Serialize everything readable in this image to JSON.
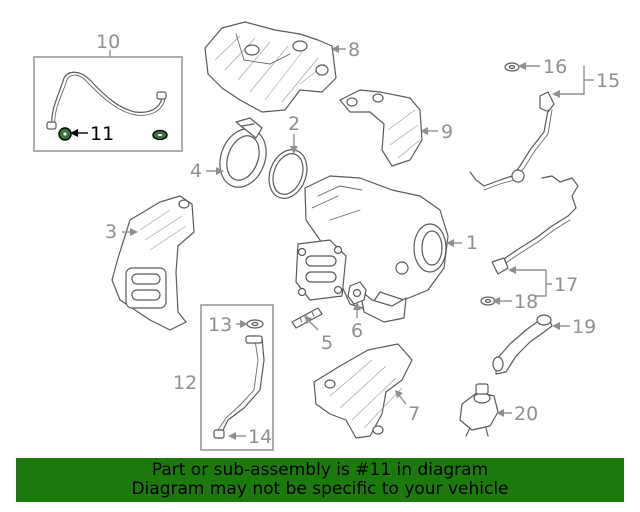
{
  "colors": {
    "banner_bg": "#1c7a0c",
    "callout": "#8f8f8f",
    "highlight_part": "#2f7d2f",
    "highlight_label": "#000000"
  },
  "callouts": {
    "c1": "1",
    "c2": "2",
    "c3": "3",
    "c4": "4",
    "c5": "5",
    "c6": "6",
    "c7": "7",
    "c8": "8",
    "c9": "9",
    "c10": "10",
    "c11": "11",
    "c12": "12",
    "c13": "13",
    "c14": "14",
    "c15": "15",
    "c16": "16",
    "c17": "17",
    "c18": "18",
    "c19": "19",
    "c20": "20"
  },
  "highlighted_part": "11",
  "banner": {
    "line1": "Part or sub-assembly is #11 in diagram",
    "line2": "Diagram may not be specific to your vehicle"
  }
}
